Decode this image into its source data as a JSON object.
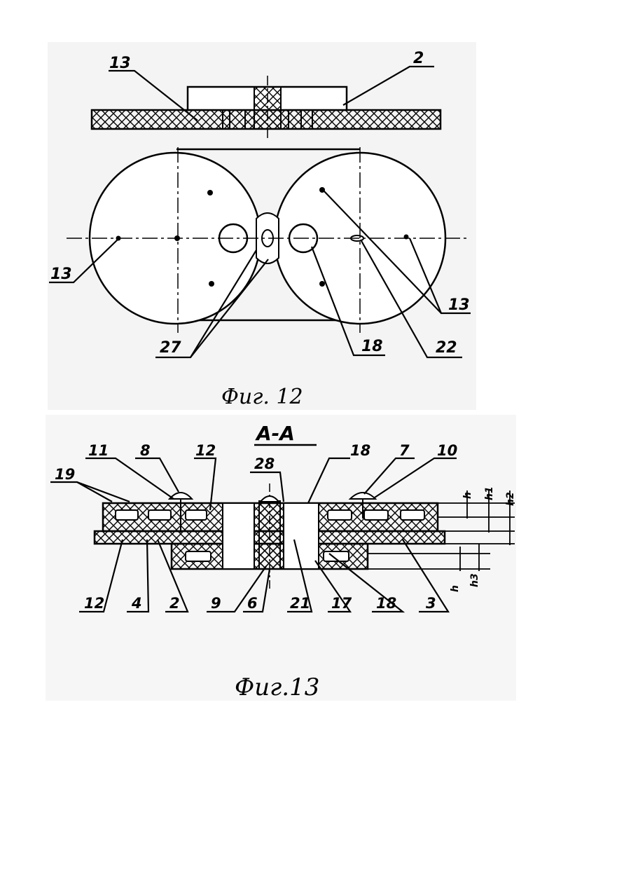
{
  "figures": [
    {
      "caption": "Фиг. 12",
      "labels": [
        "13",
        "2",
        "13",
        "13",
        "27",
        "18",
        "22"
      ]
    },
    {
      "caption": "Фиг.13",
      "section_title": "А-А",
      "labels": [
        "19",
        "11",
        "8",
        "12",
        "28",
        "18",
        "7",
        "10",
        "12",
        "4",
        "2",
        "9",
        "6",
        "21",
        "17",
        "18",
        "3"
      ],
      "dimension_labels": [
        "h",
        "h1",
        "h2",
        "h",
        "h3"
      ]
    }
  ]
}
